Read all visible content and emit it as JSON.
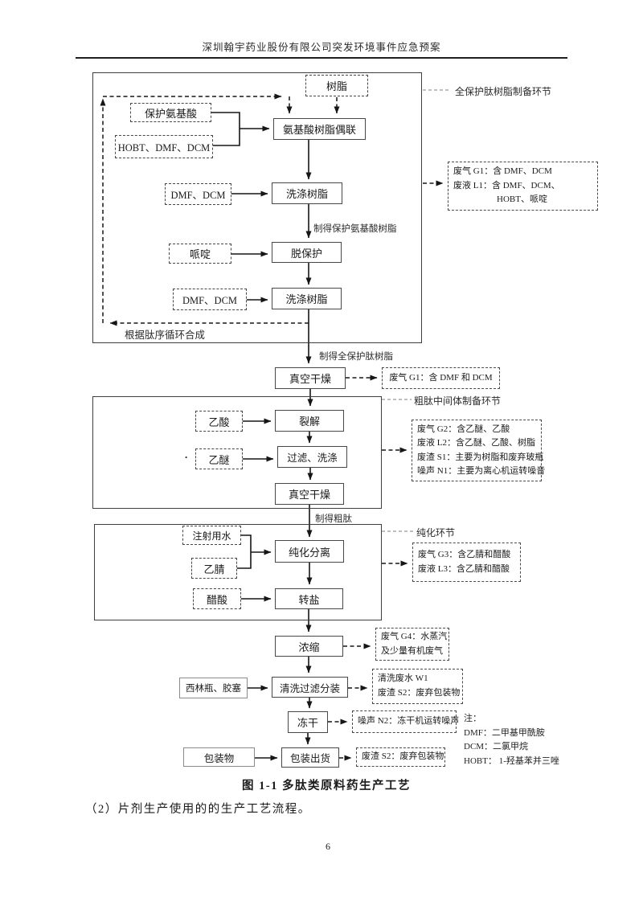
{
  "header": {
    "title": "深圳翰宇药业股份有限公司突发环境事件应急预案"
  },
  "flowchart": {
    "section_labels": [
      "全保护肽树脂制备环节",
      "粗肽中间体制备环节",
      "纯化环节"
    ],
    "loop_label": "根据肽序循环合成",
    "stray_mark": ".",
    "nodes": {
      "resin": "树脂",
      "protected_amino_acid": "保护氨基酸",
      "hobt_dmf_dcm": "HOBT、DMF、DCM",
      "coupling": "氨基酸树脂偶联",
      "dmf_dcm_1": "DMF、DCM",
      "wash_resin_1": "洗涤树脂",
      "piperidine": "哌啶",
      "deprotection": "脱保护",
      "dmf_dcm_2": "DMF、DCM",
      "wash_resin_2": "洗涤树脂",
      "vacuum_dry_1": "真空干燥",
      "acetic_acid": "乙酸",
      "cleavage": "裂解",
      "ether": "乙醚",
      "filter_wash": "过滤、洗涤",
      "vacuum_dry_2": "真空干燥",
      "water_for_injection": "注射用水",
      "acetonitrile": "乙腈",
      "purification": "纯化分离",
      "acetic_acid_2": "醋酸",
      "salt_exchange": "转盐",
      "concentration": "浓缩",
      "vials_stoppers": "西林瓶、胶塞",
      "wash_filter_fill": "清洗过滤分装",
      "freeze_dry": "冻干",
      "packaging_material": "包装物",
      "pack_ship": "包装出货"
    },
    "edge_labels": {
      "protected_aa_resin": "制得保护氨基酸树脂",
      "full_protected_resin": "制得全保护肽树脂",
      "crude_peptide": "制得粗肽"
    },
    "waste_boxes": {
      "l1": [
        "废气 G1：含 DMF、DCM",
        "废液 L1：含 DMF、DCM、",
        "HOBT、哌啶"
      ],
      "g1": [
        "废气 G1：含 DMF 和 DCM"
      ],
      "g2": [
        "废气 G2：含乙醚、乙酸",
        "废液 L2：含乙醚、乙酸、树脂",
        "废渣 S1：主要为树脂和废弃玻瓶",
        "噪声 N1：主要为离心机运转噪音"
      ],
      "g3": [
        "废气 G3：含乙腈和醋酸",
        "废液 L3：含乙腈和醋酸"
      ],
      "g4": [
        "废气 G4：水蒸汽",
        "及少量有机废气"
      ],
      "w1": [
        "清洗废水 W1",
        "废渣 S2：废弃包装物"
      ],
      "n2": [
        "噪声 N2：冻干机运转噪声"
      ],
      "s2": [
        "废渣 S2：废弃包装物"
      ]
    },
    "notes": {
      "title": "注：",
      "lines": [
        "DMF：二甲基甲酰胺",
        "DCM：二氯甲烷",
        "HOBT： 1-羟基苯并三唑"
      ]
    }
  },
  "figure_caption": "图 1-1  多肽类原料药生产工艺",
  "paragraph": "（2）片剂生产使用的的生产工艺流程。",
  "page_number": "6"
}
